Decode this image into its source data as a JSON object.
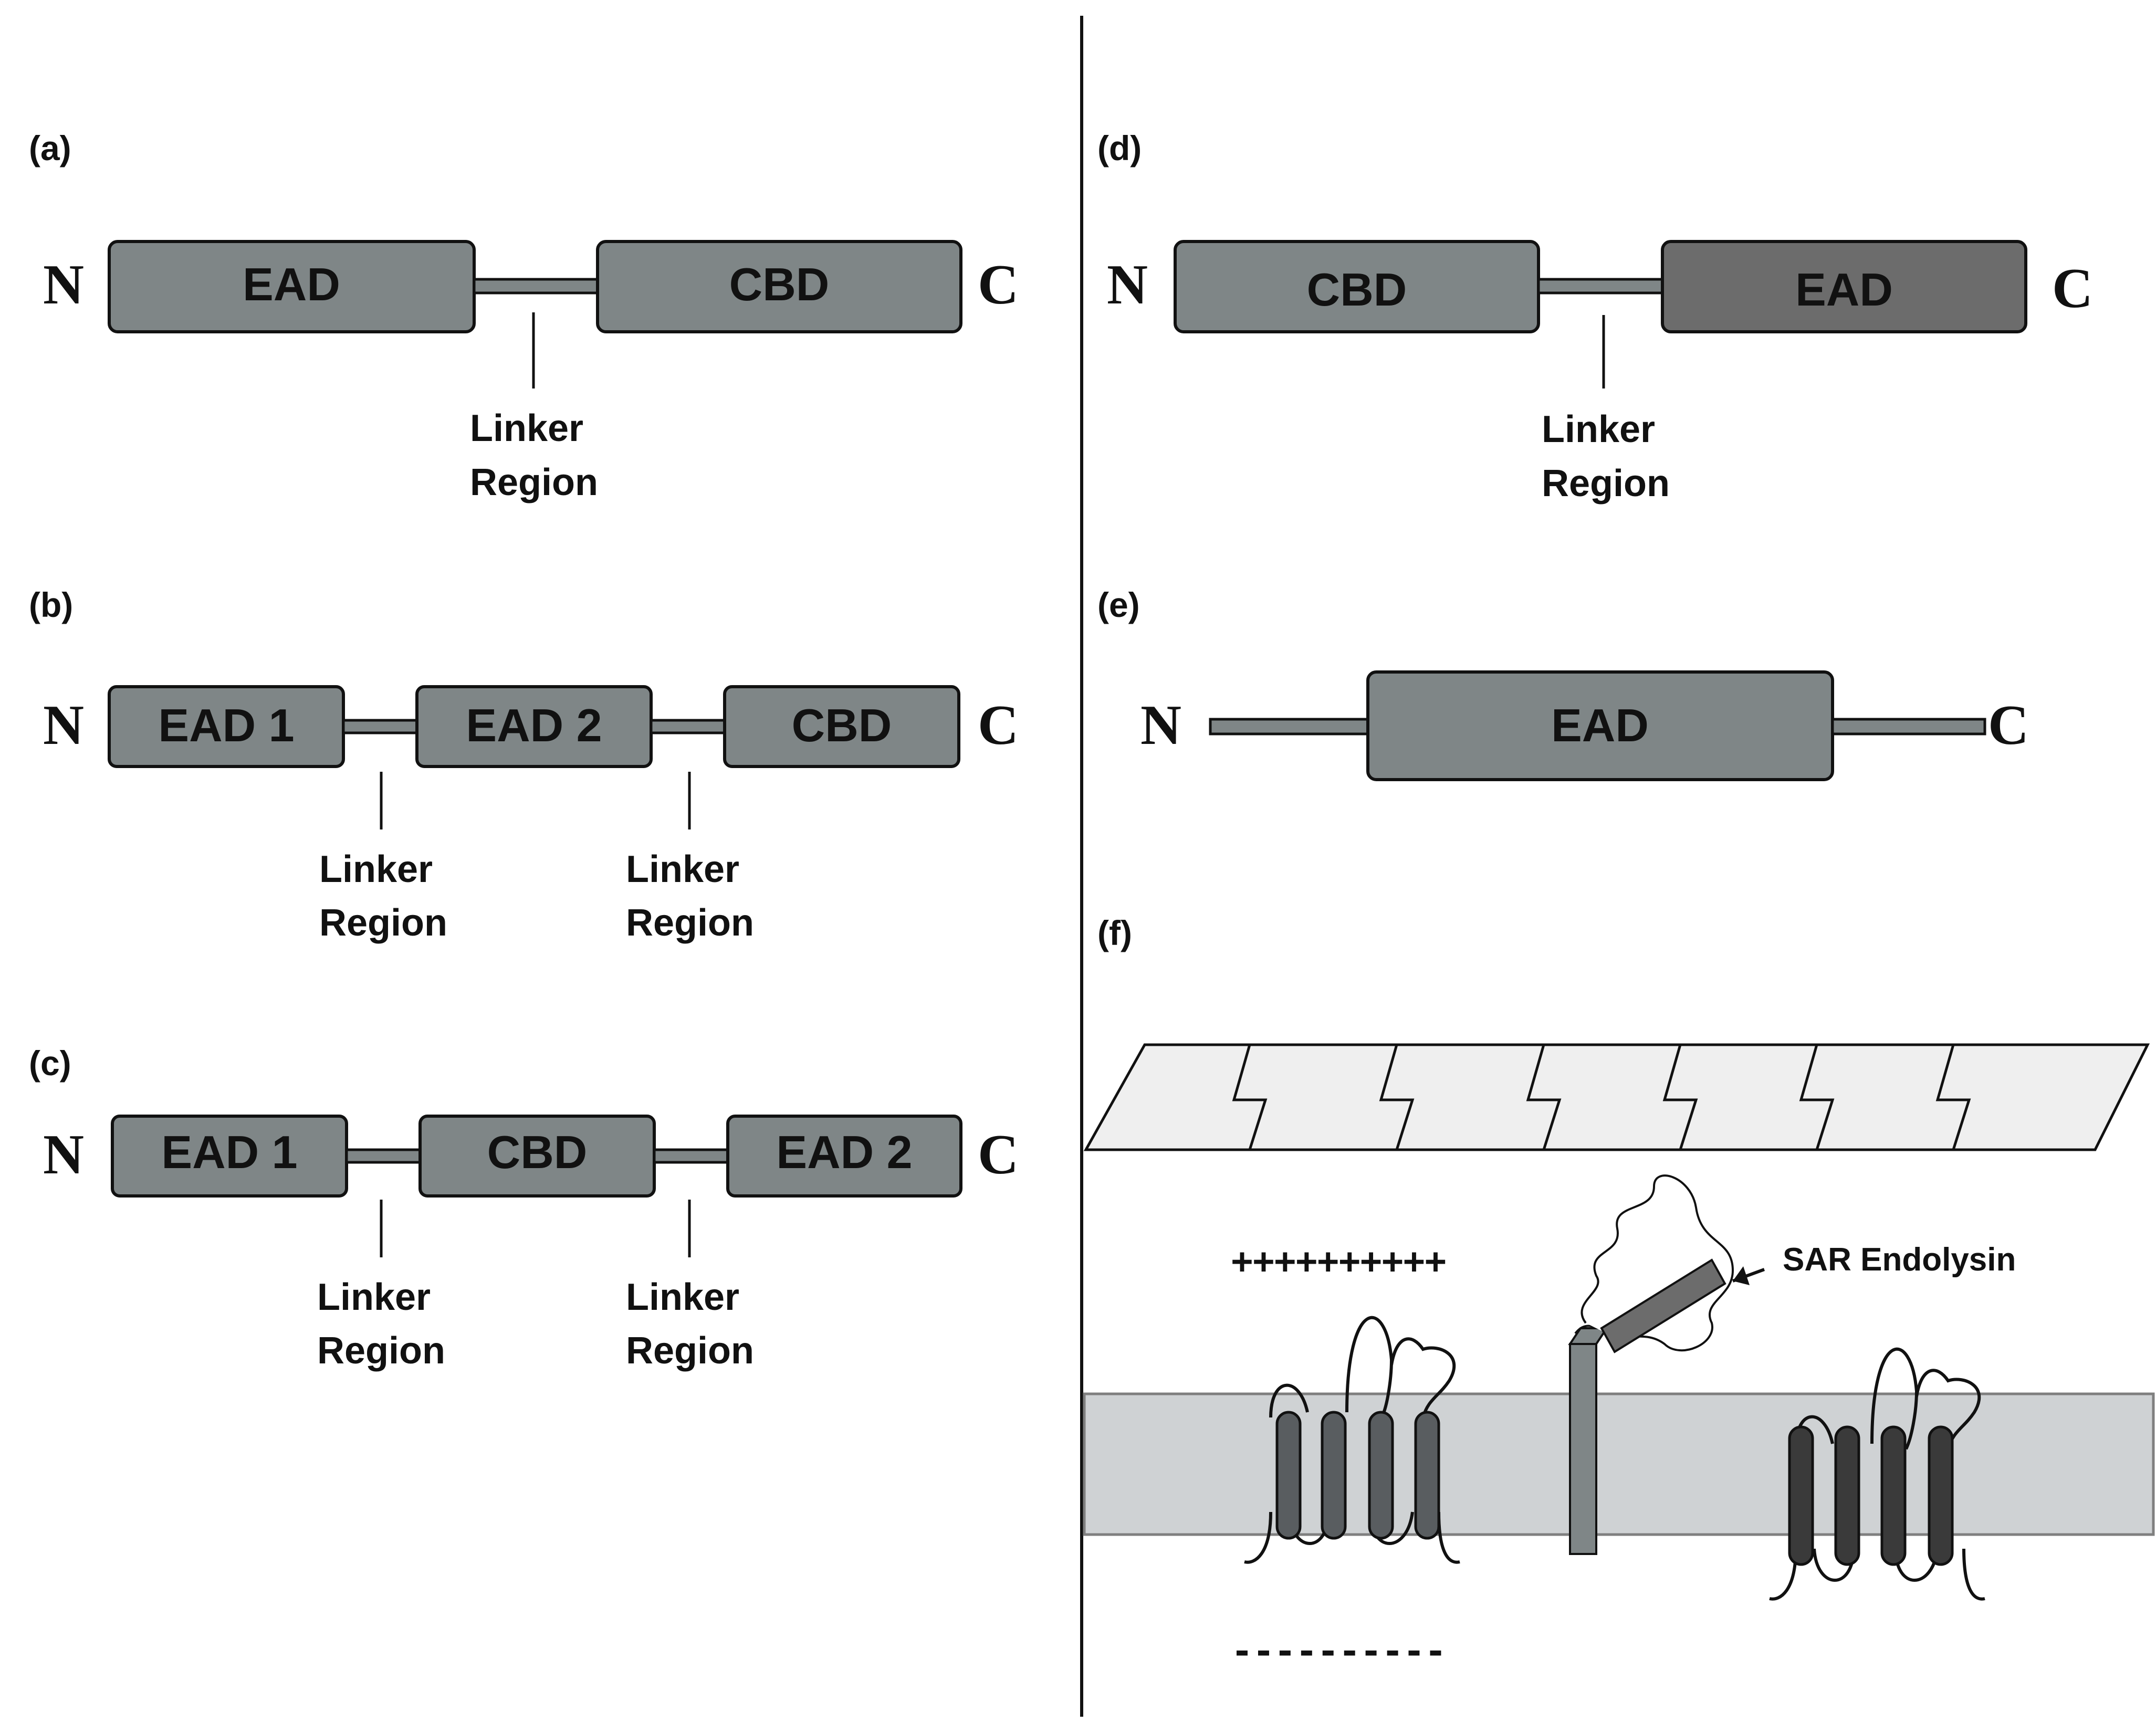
{
  "panels": {
    "a": {
      "label": "(a)",
      "n_terminus": "N",
      "c_terminus": "C",
      "domains": [
        "EAD",
        "CBD"
      ],
      "linker_label": [
        "Linker",
        "Region"
      ]
    },
    "b": {
      "label": "(b)",
      "n_terminus": "N",
      "c_terminus": "C",
      "domains": [
        "EAD 1",
        "EAD 2",
        "CBD"
      ],
      "linker_label": [
        "Linker",
        "Region"
      ]
    },
    "c": {
      "label": "(c)",
      "n_terminus": "N",
      "c_terminus": "C",
      "domains": [
        "EAD 1",
        "CBD",
        "EAD 2"
      ],
      "linker_label": [
        "Linker",
        "Region"
      ]
    },
    "d": {
      "label": "(d)",
      "n_terminus": "N",
      "c_terminus": "C",
      "domains": [
        "CBD",
        "EAD"
      ],
      "linker_label": [
        "Linker",
        "Region"
      ]
    },
    "e": {
      "label": "(e)",
      "n_terminus": "N",
      "c_terminus": "C",
      "domains": [
        "EAD"
      ]
    },
    "f": {
      "label": "(f)",
      "positive_charges": "++++++++++",
      "negative_charges": "----------",
      "pointer_label": "SAR Endolysin"
    }
  },
  "colors": {
    "domain_fill": "#7f8687",
    "domain_fill_dark": "#6c6c6c",
    "cell_wall_fill": "#efefef",
    "membrane_fill": "#cfd2d4",
    "helix_mid": "#595d60",
    "helix_dark": "#3a3a3a",
    "outline": "#111111"
  }
}
